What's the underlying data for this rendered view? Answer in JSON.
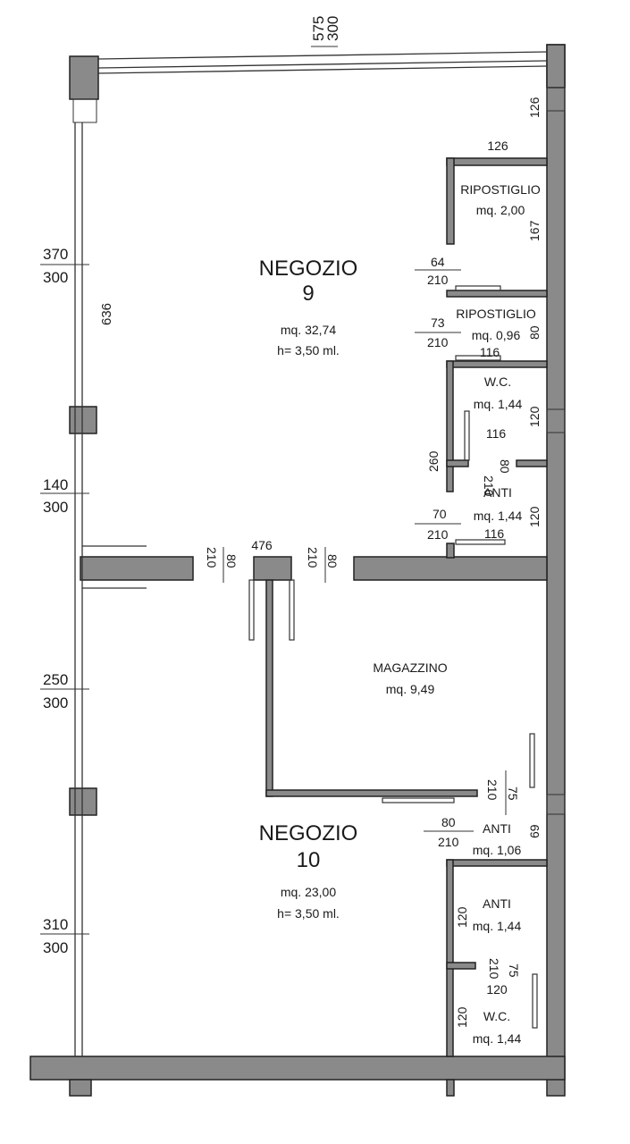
{
  "rooms": {
    "negozio9": {
      "name": "NEGOZIO",
      "number": "9",
      "area": "mq. 32,74",
      "height": "h= 3,50 ml."
    },
    "negozio10": {
      "name": "NEGOZIO",
      "number": "10",
      "area": "mq. 23,00",
      "height": "h= 3,50 ml."
    },
    "ripostiglio1": {
      "name": "RIPOSTIGLIO",
      "area": "mq. 2,00"
    },
    "ripostiglio2": {
      "name": "RIPOSTIGLIO",
      "area": "mq. 0,96"
    },
    "wc1": {
      "name": "W.C.",
      "area": "mq. 1,44"
    },
    "anti1": {
      "name": "ANTI",
      "area": "mq. 1,44"
    },
    "magazzino": {
      "name": "MAGAZZINO",
      "area": "mq. 9,49"
    },
    "anti2": {
      "name": "ANTI",
      "area": "mq. 1,06"
    },
    "anti3": {
      "name": "ANTI",
      "area": "mq. 1,44"
    },
    "wc2": {
      "name": "W.C.",
      "area": "mq. 1,44"
    }
  },
  "windows": {
    "top": {
      "width": "575",
      "height": "300"
    },
    "left1": {
      "width": "370",
      "height": "300"
    },
    "left2": {
      "width": "140",
      "height": "300"
    },
    "left3": {
      "width": "250",
      "height": "300"
    },
    "left4": {
      "width": "310",
      "height": "300"
    }
  },
  "doors": {
    "rip1": {
      "width": "64",
      "height": "210"
    },
    "rip2": {
      "width": "73",
      "height": "210"
    },
    "anti1": {
      "width": "70",
      "height": "210"
    },
    "wc1": {
      "width": "80",
      "height": "210"
    },
    "main1": {
      "width": "80",
      "height": "210"
    },
    "main2": {
      "width": "80",
      "height": "210"
    },
    "mag": {
      "width": "75",
      "height": "210"
    },
    "anti2": {
      "width": "80",
      "height": "210"
    },
    "anti3": {
      "width": "75",
      "height": "210"
    }
  },
  "dimensions": {
    "d636": "636",
    "d126a": "126",
    "d126b": "126",
    "d167": "167",
    "d80a": "80",
    "d116a": "116",
    "d116b": "116",
    "d116c": "116",
    "d120a": "120",
    "d120b": "120",
    "d260": "260",
    "d476": "476",
    "d69": "69",
    "d120c": "120",
    "d120d": "120",
    "d120e": "120"
  }
}
